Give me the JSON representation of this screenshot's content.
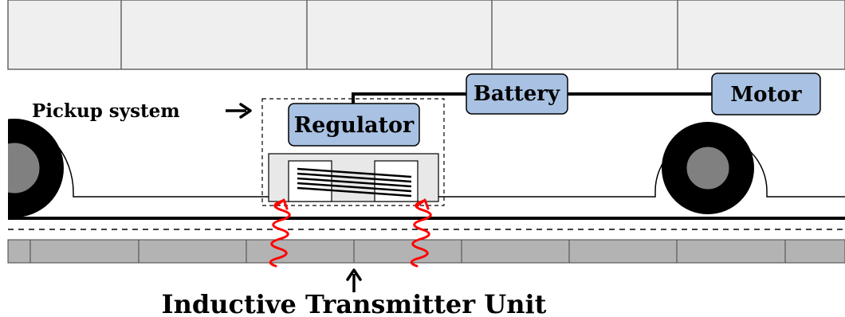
{
  "labels": {
    "pickup_system": "Pickup system",
    "regulator": "Regulator",
    "battery": "Battery",
    "motor": "Motor",
    "transmitter": "Inductive Transmitter Unit"
  },
  "colors": {
    "window_fill": "#efefef",
    "box_fill": "#a9c2e3",
    "core_fill": "#e8e8e8",
    "road_fill": "#b3b3b3",
    "tire": "#000000",
    "hub": "#808080",
    "field_arrow": "#ff0000"
  }
}
